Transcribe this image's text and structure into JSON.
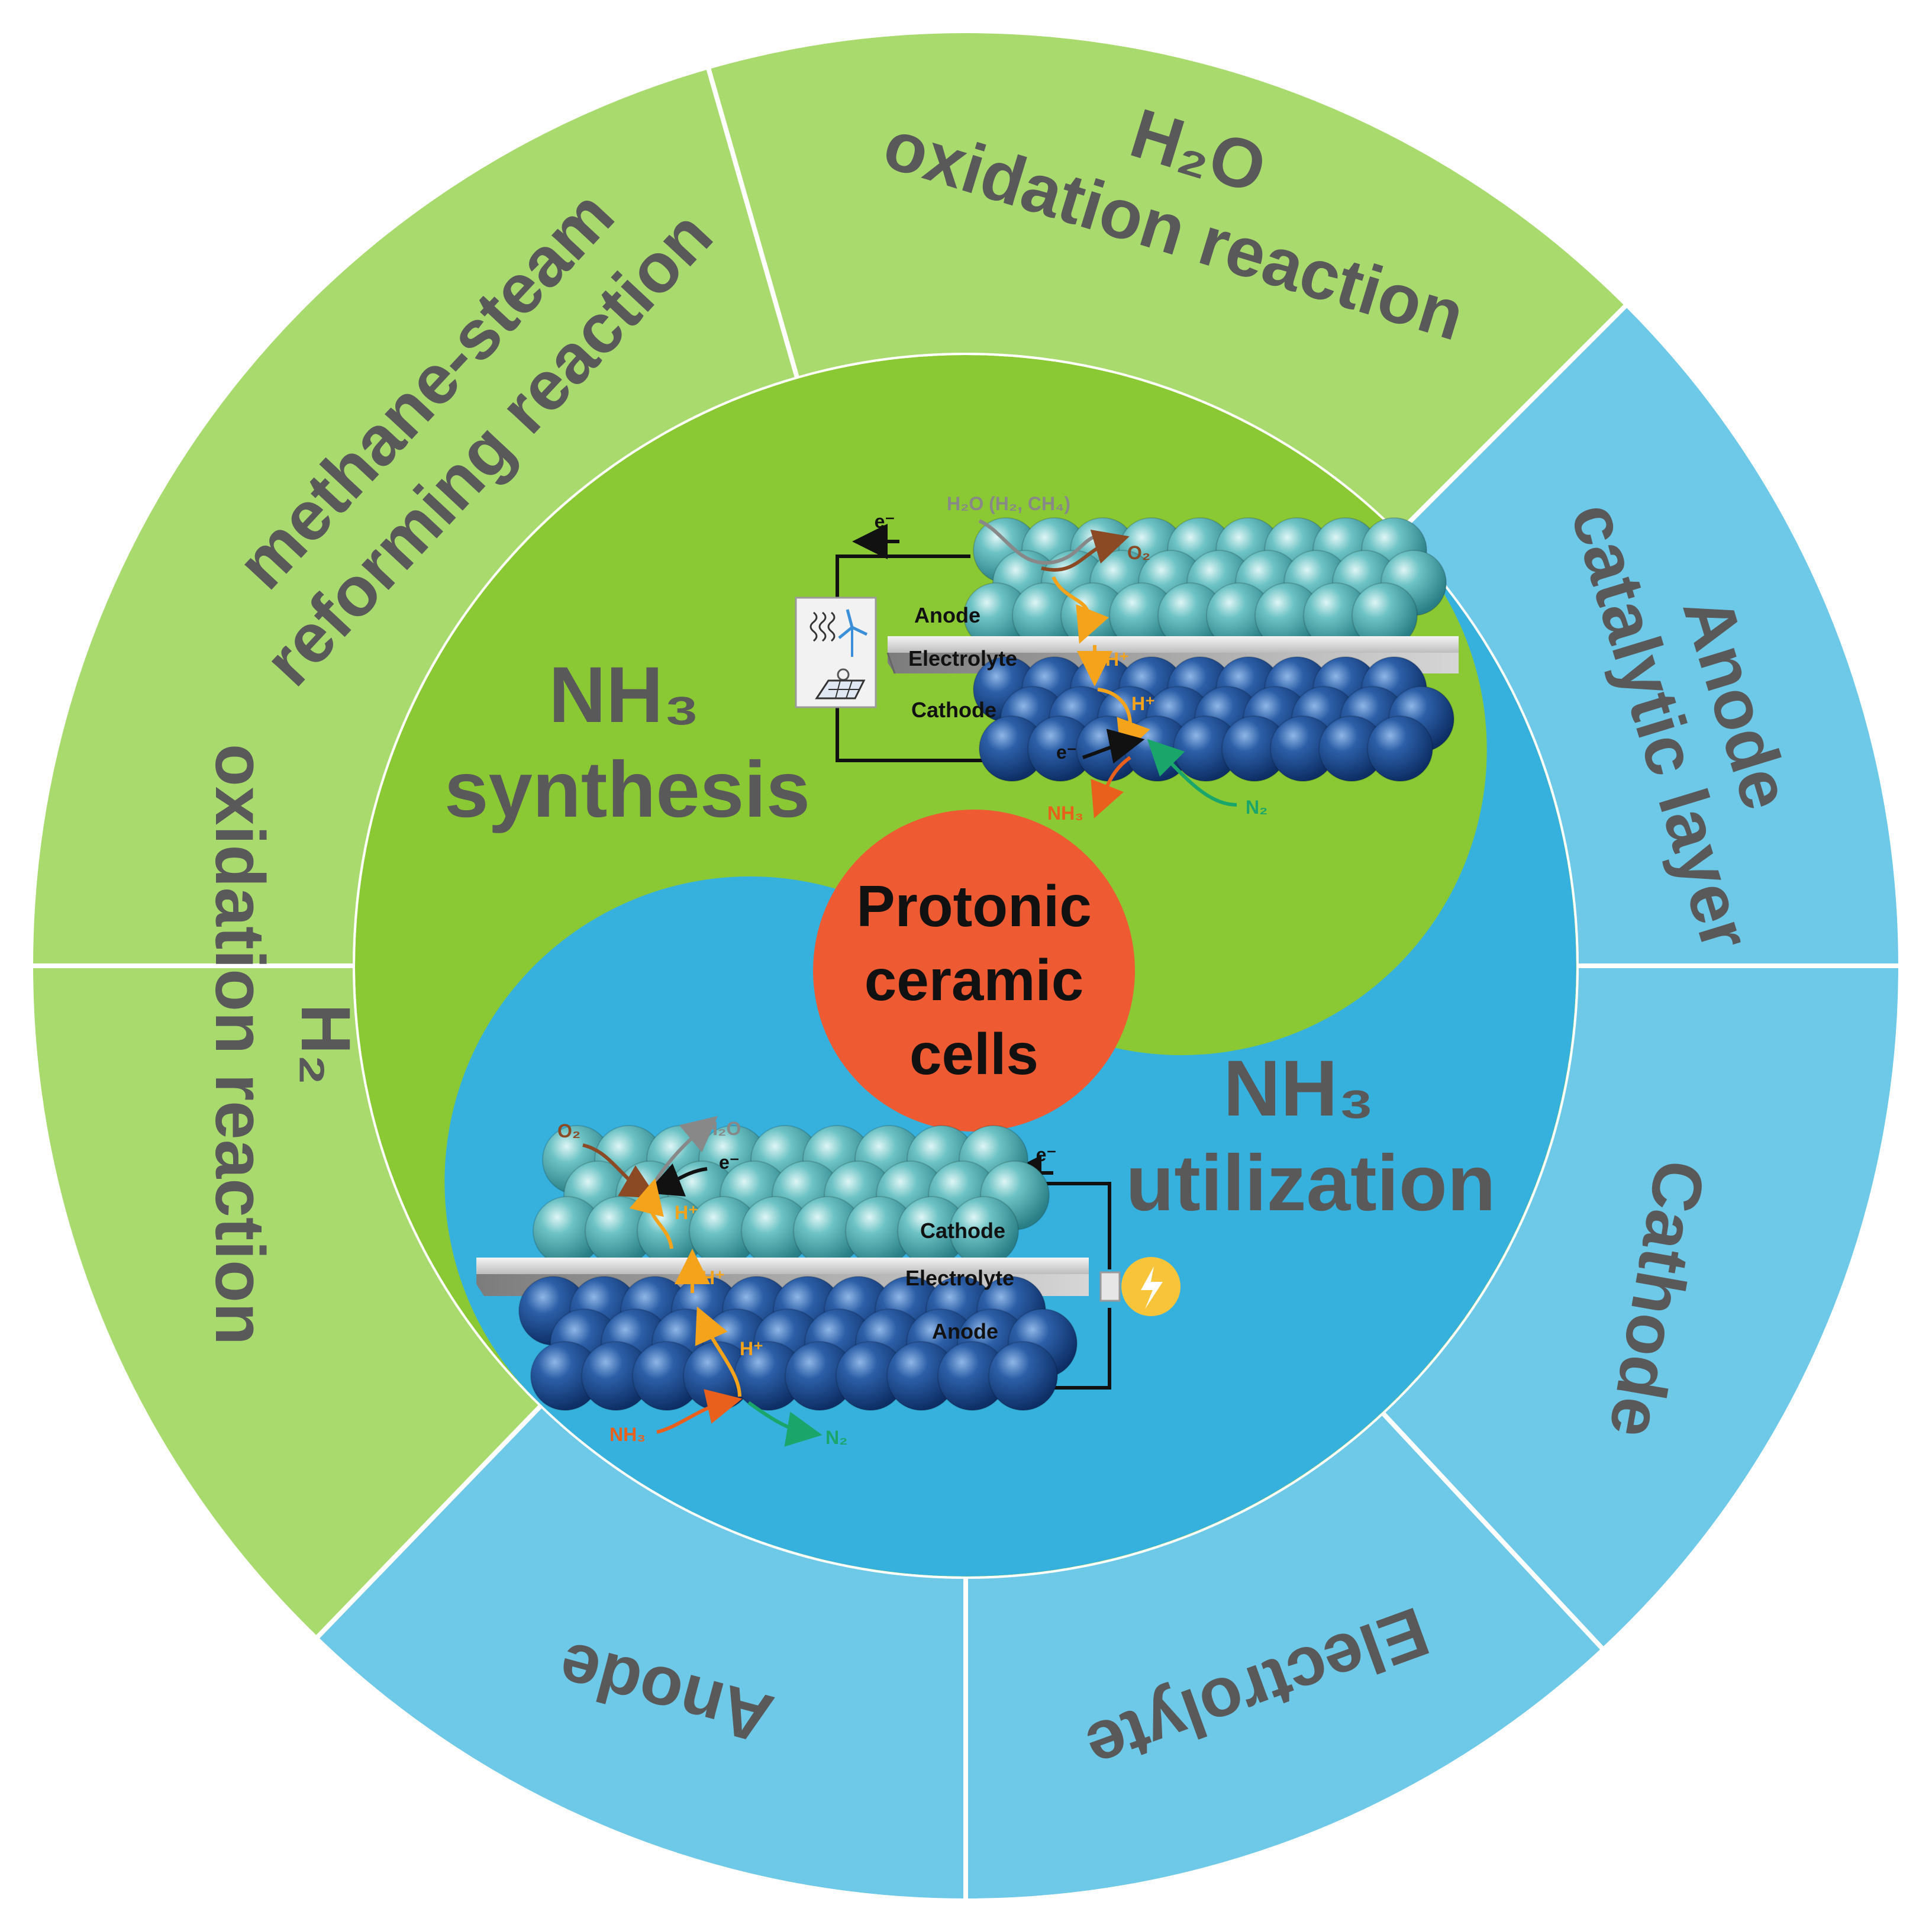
{
  "outer_ring": {
    "segments": [
      {
        "id": "h2o",
        "lines": [
          "H₂O",
          "oxidation reaction"
        ]
      },
      {
        "id": "methane",
        "lines": [
          "methane-steam",
          "reforming reaction"
        ]
      },
      {
        "id": "h2",
        "lines": [
          "H₂",
          "oxidation reaction"
        ]
      },
      {
        "id": "anode-cat",
        "lines": [
          "Anode",
          "catalytic layer"
        ]
      },
      {
        "id": "cathode",
        "lines": [
          "Cathode"
        ]
      },
      {
        "id": "electrolyte",
        "lines": [
          "Electrolyte"
        ]
      },
      {
        "id": "anode",
        "lines": [
          "Anode"
        ]
      }
    ],
    "colors": {
      "green": "#a9da6e",
      "blue": "#6ec8e8",
      "separator": "#ffffff"
    }
  },
  "middle": {
    "synthesis": {
      "line1": "NH₃",
      "line2": "synthesis"
    },
    "utilization": {
      "line1": "NH₃",
      "line2": "utilization"
    },
    "colors": {
      "green": "#8bc934",
      "blue": "#36b1de"
    }
  },
  "core": {
    "lines": [
      "Protonic",
      "ceramic",
      "cells"
    ],
    "color": "#ee5a31"
  },
  "synthesis_cell": {
    "anode": "Anode",
    "electrolyte": "Electrolyte",
    "cathode": "Cathode",
    "electron_top": "e⁻",
    "electron_cathode": "e⁻",
    "feed": "H₂O (H₂, CH₄)",
    "o2": "O₂",
    "h_plus_1": "H⁺",
    "h_plus_2": "H⁺",
    "nh3": "NH₃",
    "n2": "N₂"
  },
  "utilization_cell": {
    "cathode": "Cathode",
    "electrolyte": "Electrolyte",
    "anode": "Anode",
    "electron_top": "e⁻",
    "electron_cathode": "e⁻",
    "o2": "O₂",
    "h2o": "H₂O",
    "h_plus_1": "H⁺",
    "h_plus_2": "H⁺",
    "h_plus_3": "H⁺",
    "nh3": "NH₃",
    "n2": "N₂"
  },
  "icons": [
    "wind-turbine-icon",
    "solar-panel-icon",
    "light-bulb-icon"
  ]
}
